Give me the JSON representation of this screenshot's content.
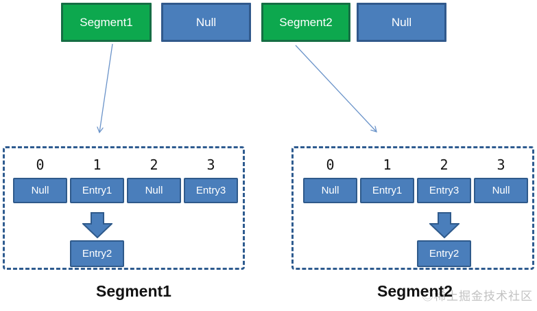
{
  "top_row": {
    "items": [
      {
        "label": "Segment1",
        "kind": "segment"
      },
      {
        "label": "Null",
        "kind": "null"
      },
      {
        "label": "Segment2",
        "kind": "segment"
      },
      {
        "label": "Null",
        "kind": "null"
      }
    ]
  },
  "segments": [
    {
      "title": "Segment1",
      "indices": [
        "0",
        "1",
        "2",
        "3"
      ],
      "cells": [
        "Null",
        "Entry1",
        "Null",
        "Entry3"
      ],
      "chain": {
        "from_index": "1",
        "child": "Entry2"
      }
    },
    {
      "title": "Segment2",
      "indices": [
        "0",
        "1",
        "2",
        "3"
      ],
      "cells": [
        "Null",
        "Entry1",
        "Entry3",
        "Null"
      ],
      "chain": {
        "from_index": "2",
        "child": "Entry2"
      }
    }
  ],
  "watermark": {
    "icon": "◎",
    "text": "稀土掘金技术社区"
  },
  "colors": {
    "segment_fill": "#0da84e",
    "segment_border": "#156e44",
    "node_fill": "#4a7ebb",
    "node_border": "#2f5a8b",
    "dashed_border": "#2e5b8f",
    "connector_arrow": "#6a93c9",
    "index_text": "#141414",
    "label_text": "#121212",
    "watermark_text": "#c2c2c2"
  }
}
